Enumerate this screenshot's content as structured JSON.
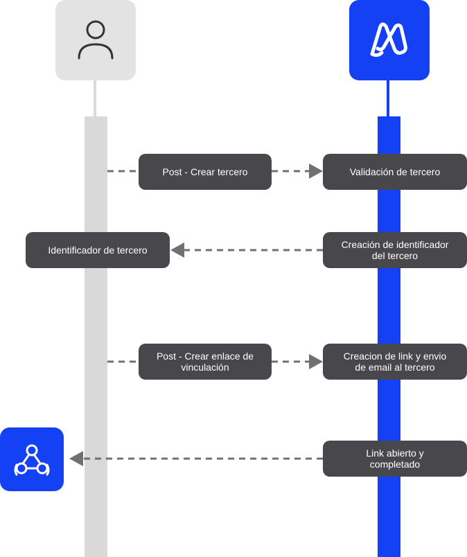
{
  "actors": {
    "user": {
      "icon": "user-icon",
      "color": "#e3e3e3"
    },
    "app": {
      "icon": "brand-logo-icon",
      "color": "#1541f5"
    },
    "webhook": {
      "icon": "webhook-icon",
      "color": "#1541f5"
    }
  },
  "messages": {
    "post_crear_tercero": "Post - Crear tercero",
    "validacion_tercero": "Validación de tercero",
    "identificador_tercero": "Identificador de tercero",
    "creacion_identificador": "Creación de identificador\ndel tercero",
    "post_crear_enlace": "Post - Crear enlace de\nvinculación",
    "creacion_link": "Creacion de link y envio\nde email al tercero",
    "link_abierto": "Link abierto y\ncompletado"
  },
  "colors": {
    "message_bg": "#48484c",
    "arrow": "#707070",
    "user_lifeline": "#d9d9d9",
    "app_lifeline": "#1541f5"
  }
}
